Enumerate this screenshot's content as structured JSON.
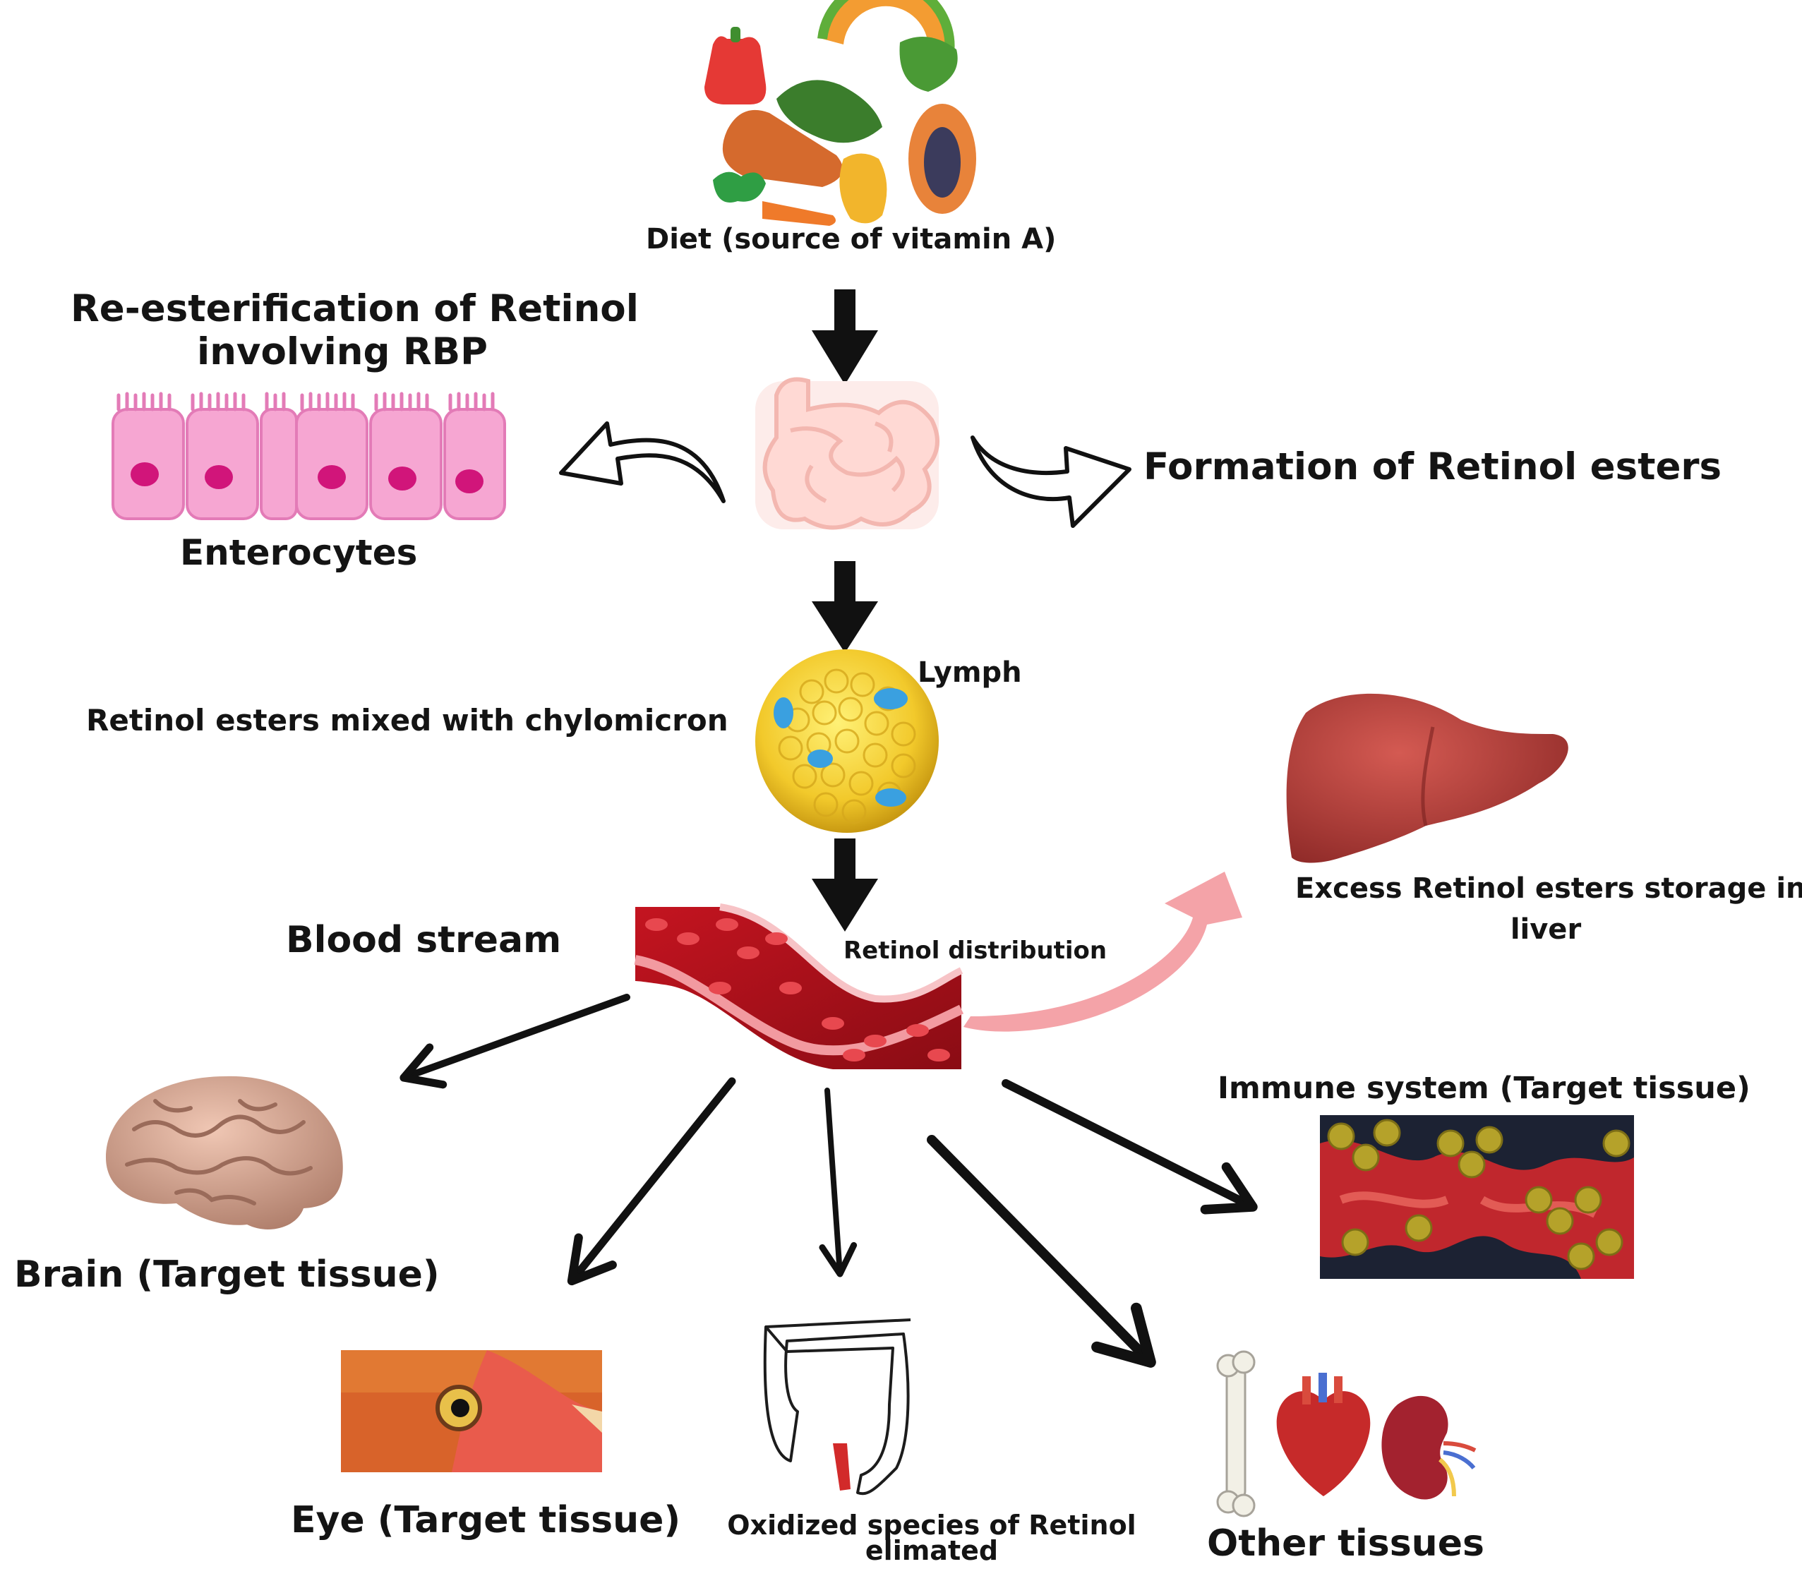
{
  "labels": {
    "diet": "Diet (source of vitamin A)",
    "reesterification_line1": "Re-esterification of Retinol",
    "reesterification_line2": "involving RBP",
    "enterocytes": "Enterocytes",
    "formation": "Formation of Retinol esters",
    "lymph": "Lymph",
    "chylomicron": "Retinol esters mixed with chylomicron",
    "blood_stream": "Blood stream",
    "retinol_distribution": "Retinol distribution",
    "liver_line1": "Excess Retinol esters storage in",
    "liver_line2": "liver",
    "immune": "Immune system (Target tissue)",
    "brain": "Brain (Target tissue)",
    "eye": "Eye (Target tissue)",
    "oxidized_line1": "Oxidized species of Retinol",
    "oxidized_line2": "elimated",
    "other": "Other tissues"
  },
  "colors": {
    "arrow": "#111111",
    "liver_arrow": "#f4a3a8",
    "liver": "#b5403c",
    "vessel": "#b3121c",
    "enterocyte": "#f6a6d2",
    "nucleus": "#d1157a",
    "chylomicron": "#f2c92b",
    "droplet": "#3aa0e0"
  },
  "icons": [
    "vegetables-icon",
    "intestine-icon",
    "enterocytes-icon",
    "chylomicron-icon",
    "blood-vessel-icon",
    "liver-icon",
    "brain-icon",
    "eye-icon",
    "immune-cells-icon",
    "colon-icon",
    "bone-icon",
    "heart-icon",
    "kidney-icon"
  ]
}
